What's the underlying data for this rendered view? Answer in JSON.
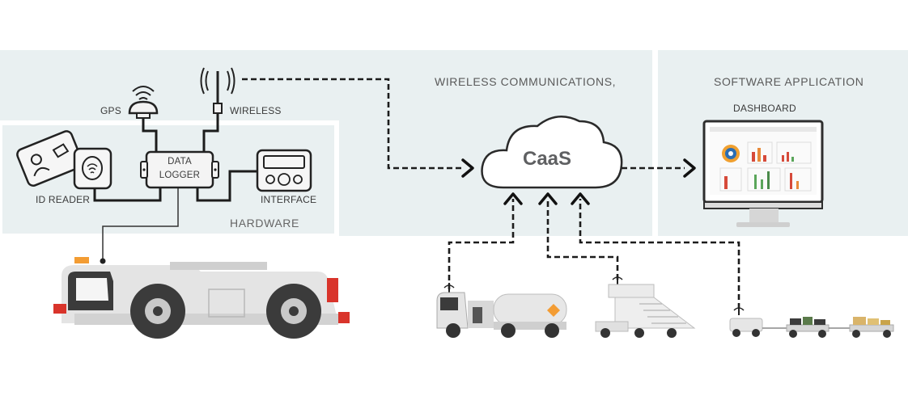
{
  "labels": {
    "gps": "GPS",
    "wireless": "WIRELESS",
    "data_logger_line1": "DATA",
    "data_logger_line2": "LOGGER",
    "id_reader": "ID READER",
    "interface": "INTERFACE",
    "hardware": "HARDWARE",
    "wireless_communications": "WIRELESS COMMUNICATIONS,",
    "software_application": "SOFTWARE APPLICATION",
    "dashboard": "DASHBOARD",
    "caas": "CaaS"
  },
  "colors": {
    "panel": "#e9f0f1",
    "line": "#1c1c1c",
    "vehicle_body": "#e4e4e4",
    "vehicle_dark": "#3b3b3b",
    "accent_orange": "#f39c33",
    "accent_red": "#d9342b"
  }
}
